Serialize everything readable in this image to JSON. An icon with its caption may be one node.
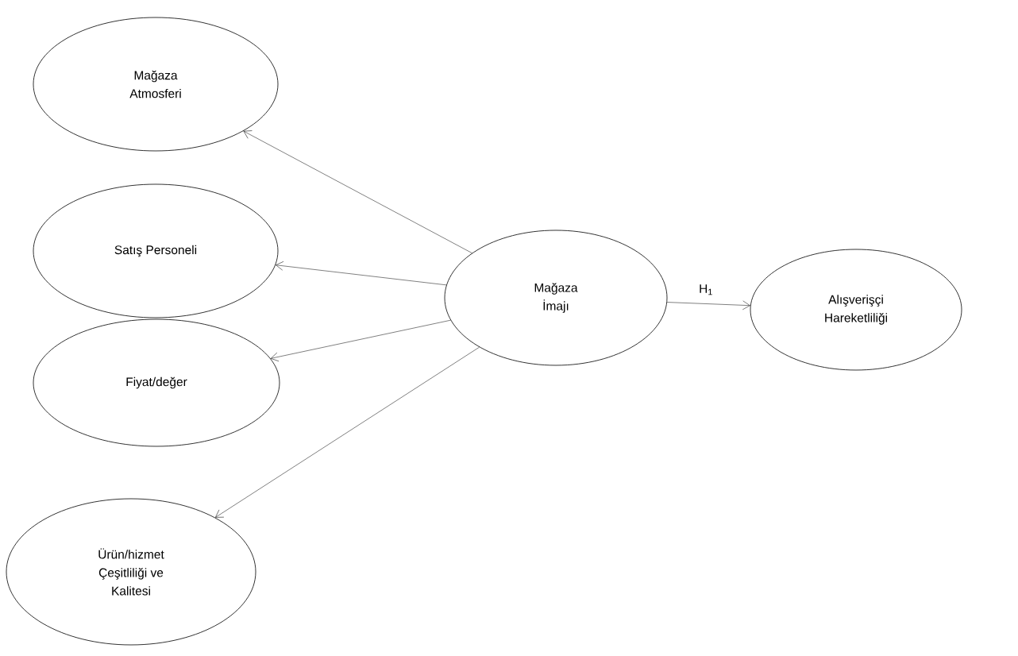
{
  "diagram": {
    "nodes": [
      {
        "text": [
          "Mağaza Atmosferi"
        ]
      },
      {
        "text": [
          "Satış Personeli"
        ]
      },
      {
        "text": [
          "Mağaza İmajı"
        ]
      },
      {
        "text": [
          "Alışverişçi Hareketliliği"
        ]
      },
      {
        "text": [
          "Fiyat/değer"
        ]
      },
      {
        "text": [
          "Ürün/hizmet Çeşitliliği ve Kalitesi"
        ]
      }
    ],
    "edges": [
      {
        "from": 2,
        "to": 0,
        "arrow": "to"
      },
      {
        "from": 2,
        "to": 1,
        "arrow": "to"
      },
      {
        "from": 2,
        "to": 3,
        "arrow": "to",
        "label": "H$_{1}$"
      },
      {
        "from": 2,
        "to": 4,
        "arrow": "to"
      },
      {
        "from": 2,
        "to": 5,
        "arrow": "to"
      }
    ]
  }
}
